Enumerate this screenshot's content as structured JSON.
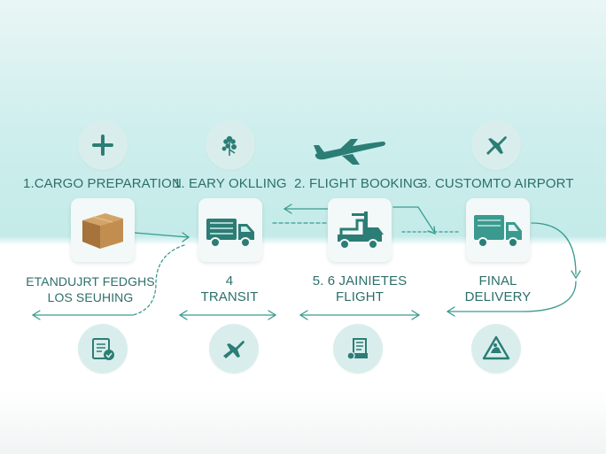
{
  "colors": {
    "primary": "#2b7d75",
    "accent": "#3a9a8f",
    "box": "#b78548",
    "text": "#2d6f6a"
  },
  "steps_top": [
    {
      "label": "1.CARGO PREPARATION",
      "icon": "plus-icon"
    },
    {
      "label": "1. EARY OKLLING",
      "icon": "plant-icon"
    },
    {
      "label": "2. FLIGHT BOOKING",
      "icon": "airplane-icon"
    },
    {
      "label": "3. CUSTOMTO AIRPORT",
      "icon": "airplane-icon"
    }
  ],
  "steps_bottom": [
    {
      "line1": "ETANDUJRT FEDGHS",
      "line2": "LOS SEUHING",
      "icon": "document-check-icon"
    },
    {
      "line1": "4",
      "line2": "TRANSIT",
      "icon": "airplane-icon"
    },
    {
      "line1": "5. 6 JAINIETES",
      "line2": "FLIGHT",
      "icon": "document-scanner-icon"
    },
    {
      "line1": "FINAL",
      "line2": "DELIVERY",
      "icon": "warning-sign-icon"
    }
  ],
  "tiles": [
    {
      "icon": "cardboard-box-icon"
    },
    {
      "icon": "truck-icon"
    },
    {
      "icon": "forklift-truck-icon"
    },
    {
      "icon": "delivery-truck-icon"
    }
  ]
}
